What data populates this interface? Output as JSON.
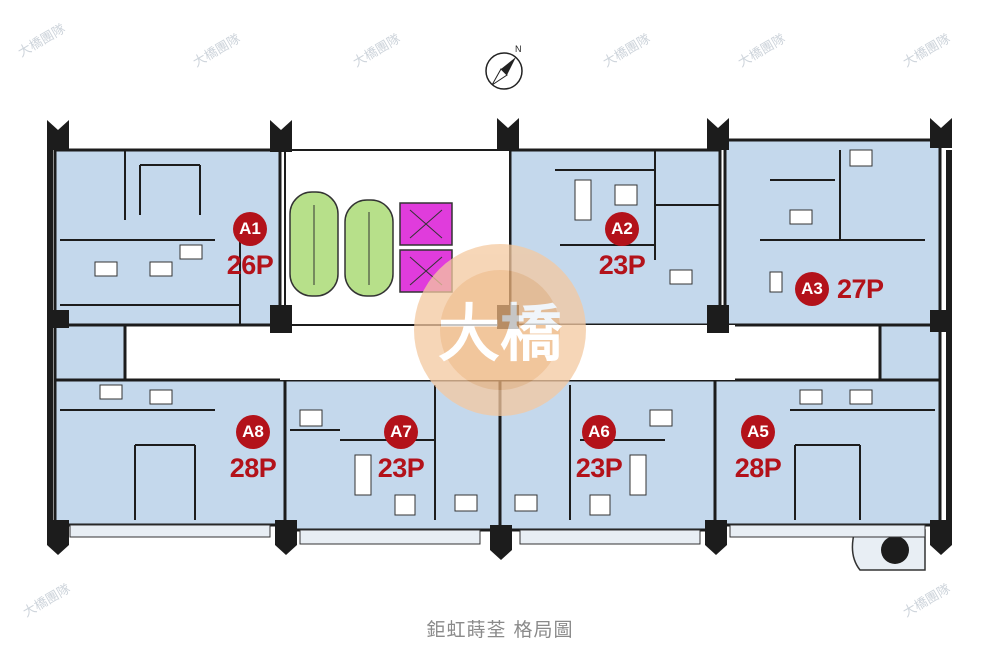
{
  "caption": "鉅虹蒔荃 格局圖",
  "north_label": "N",
  "logo_text": "大橋",
  "watermark_text": "大橋團隊",
  "colors": {
    "unit_fill": "#c4d8ec",
    "wall": "#1c1c1c",
    "stair": "#b7e08a",
    "elevator": "#e03cdc",
    "badge": "#b3121a"
  },
  "units": [
    {
      "id": "A1",
      "size": "26P"
    },
    {
      "id": "A2",
      "size": "23P"
    },
    {
      "id": "A3",
      "size": "27P"
    },
    {
      "id": "A5",
      "size": "28P"
    },
    {
      "id": "A6",
      "size": "23P"
    },
    {
      "id": "A7",
      "size": "23P"
    },
    {
      "id": "A8",
      "size": "28P"
    }
  ]
}
